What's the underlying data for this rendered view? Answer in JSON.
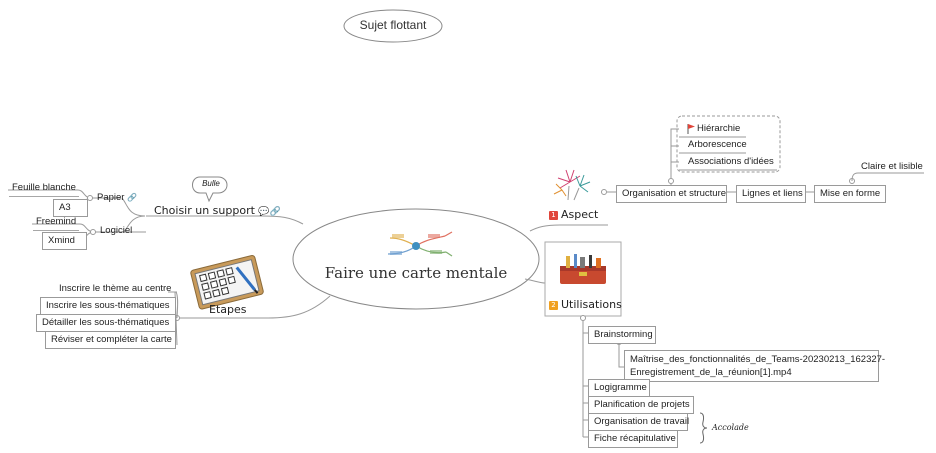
{
  "floating_topic": "Sujet flottant",
  "central_topic": "Faire une carte mentale",
  "choisir": {
    "label": "Choisir un support",
    "callout": "Bulle",
    "papier": {
      "label": "Papier",
      "children": [
        "Feuille blanche",
        "A3"
      ]
    },
    "logiciel": {
      "label": "Logiciel",
      "children": [
        "Freemind",
        "Xmind"
      ]
    }
  },
  "etapes": {
    "label": "Etapes",
    "children": [
      "Inscrire le thème au centre",
      "Inscrire les sous-thématiques",
      "Détailler les sous-thématiques",
      "Réviser et compléter la carte"
    ]
  },
  "aspect": {
    "badge": "1",
    "label": "Aspect",
    "organisation": "Organisation et structure",
    "boundary_items": [
      "Hiérarchie",
      "Arborescence",
      "Associations d'idées"
    ],
    "lignes": "Lignes et liens",
    "mise_en_forme": "Mise en forme",
    "claire": "Claire et lisible"
  },
  "utilisations": {
    "badge": "2",
    "label": "Utilisations",
    "brainstorming": "Brainstorming",
    "file_line1": "Maîtrise_des_fonctionnalités_de_Teams-20230213_162327-",
    "file_line2": "Enregistrement_de_la_réunion[1].mp4",
    "items": [
      "Logigramme",
      "Planification de projets",
      "Organisation de travail",
      "Fiche récapitulative"
    ],
    "brace_label": "Accolade"
  },
  "colors": {
    "line": "#9a9a9a",
    "badge1": "#e0453a",
    "badge2": "#f0a020",
    "flag": "#e0453a",
    "boundary": "#9a9a9a"
  }
}
